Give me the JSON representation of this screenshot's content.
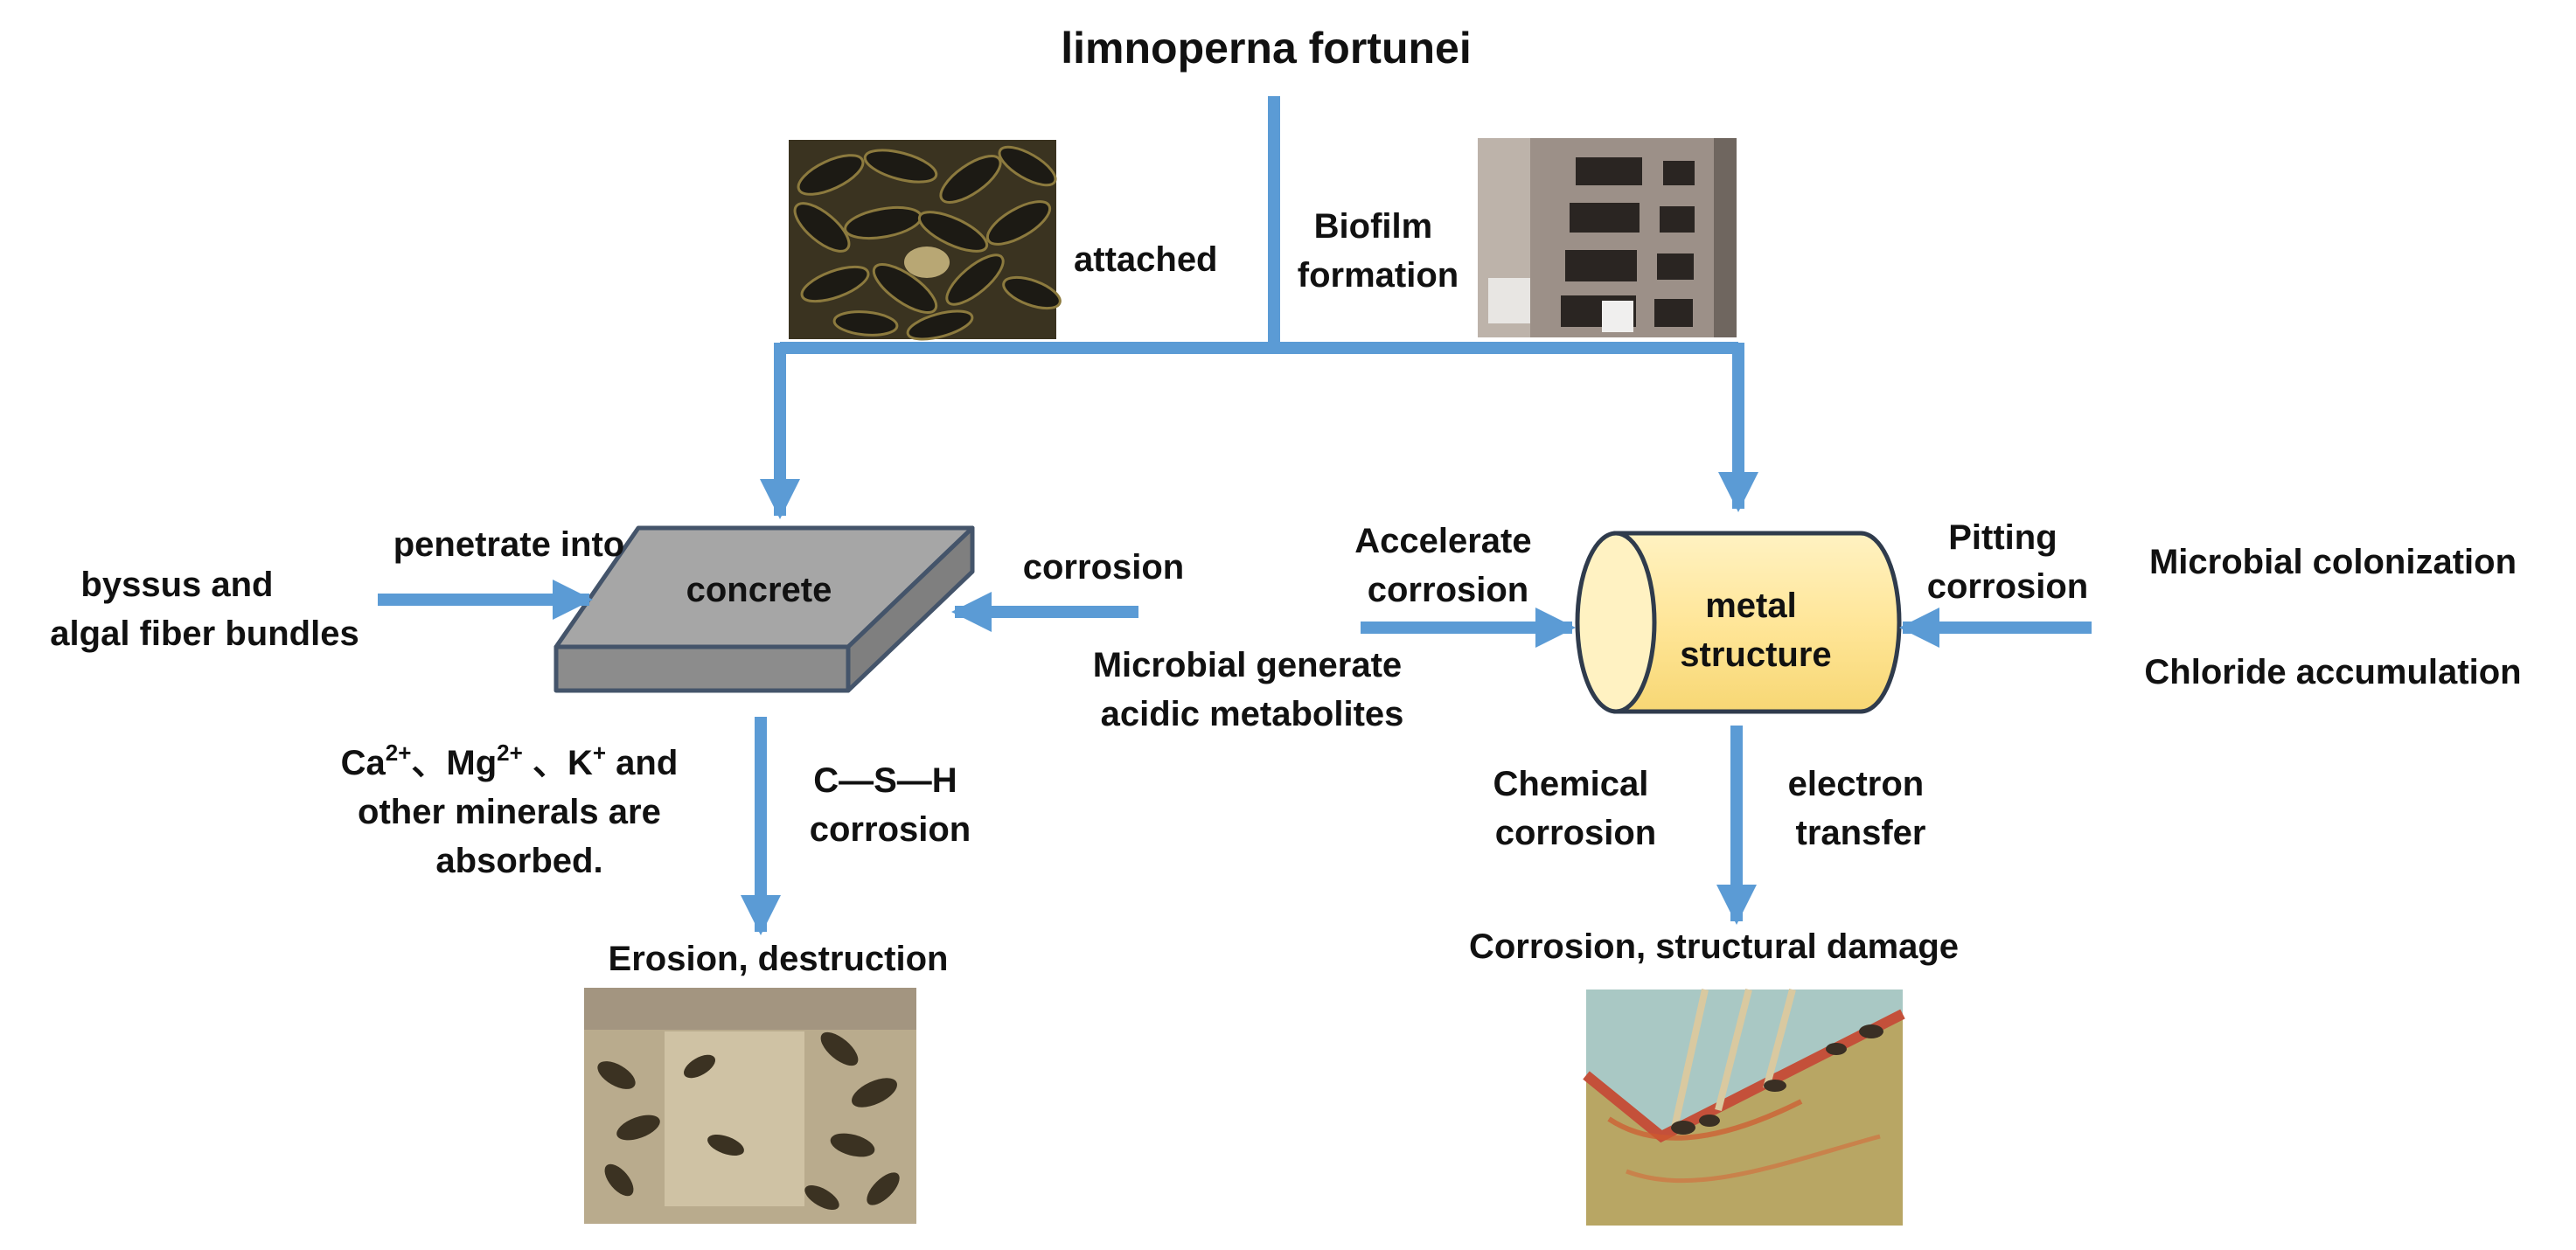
{
  "title": "limnoperna fortunei",
  "top": {
    "attached": "attached",
    "biofilm": [
      "Biofilm",
      "formation"
    ]
  },
  "concrete": {
    "label": "concrete",
    "left_input": [
      "byssus and",
      "algal fiber bundles"
    ],
    "penetrate": "penetrate into",
    "right_arrow_label": "corrosion",
    "acidic": [
      "Microbial generate",
      "acidic metabolites"
    ],
    "minerals": {
      "ca": "Ca",
      "ca_sup": "2+",
      "sep1": "、",
      "mg": "Mg",
      "mg_sup": "2+",
      "sep2": " 、",
      "k": "K",
      "k_sup": "+",
      "and": " and",
      "line2": "other minerals are",
      "line3": "absorbed."
    },
    "csh": [
      "C—S—H",
      "corrosion"
    ],
    "result": "Erosion, destruction"
  },
  "metal": {
    "label": [
      "metal",
      "structure"
    ],
    "accelerate": [
      "Accelerate",
      "corrosion"
    ],
    "pitting": [
      "Pitting",
      "corrosion"
    ],
    "right_inputs": [
      "Microbial colonization",
      "Chloride accumulation"
    ],
    "chemical": [
      "Chemical",
      "corrosion"
    ],
    "electron": [
      "electron",
      "transfer"
    ],
    "result": "Corrosion, structural damage"
  },
  "colors": {
    "arrow": "#5b9bd5",
    "concrete_top": "#a6a6a6",
    "concrete_side": "#7f7f7f",
    "concrete_edge": "#44546a",
    "metal_fill": "#ffe699",
    "metal_stroke": "#2f3b4c"
  },
  "photos": {
    "mussels": "mussel-cluster-photo",
    "building": "concrete-building-photo",
    "concrete_damage": "eroded-concrete-photo",
    "metal_damage": "corroded-metal-photo"
  }
}
